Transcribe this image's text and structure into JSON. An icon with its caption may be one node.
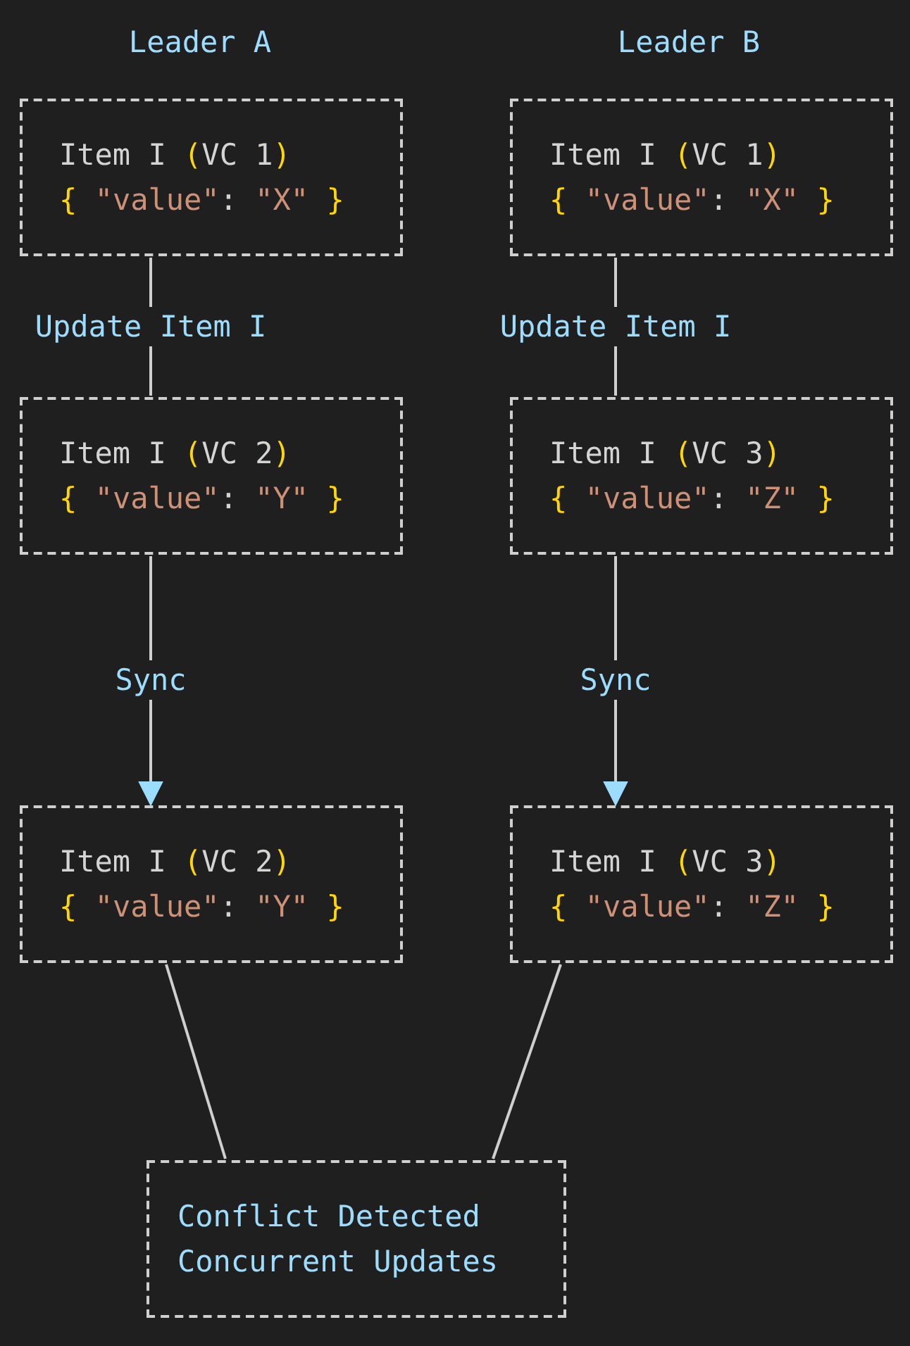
{
  "diagram": {
    "nodes": [
      {
        "text": [
          "Item I (VC 1)",
          "{ \"value\": \"X\" }"
        ]
      },
      {
        "text": [
          "Item I (VC 1)",
          "{ \"value\": \"X\" }"
        ]
      },
      {
        "text": [
          "Item I (VC 2)",
          "{ \"value\": \"Y\" }"
        ]
      },
      {
        "text": [
          "Item I (VC 3)",
          "{ \"value\": \"Z\" }"
        ]
      },
      {
        "text": [
          "Item I (VC 2)",
          "{ \"value\": \"Y\" }"
        ]
      },
      {
        "text": [
          "Item I (VC 3)",
          "{ \"value\": \"Z\" }"
        ]
      },
      {
        "text": [
          "Conflict Detected",
          "Concurrent Updates"
        ]
      }
    ],
    "edges": [
      {
        "from": 0,
        "to": 2,
        "arrow": "none",
        "label": "Update Item I"
      },
      {
        "from": 1,
        "to": 3,
        "arrow": "none",
        "label": "Update Item I"
      },
      {
        "from": 2,
        "to": 4,
        "arrow": "to",
        "label": "Sync"
      },
      {
        "from": 3,
        "to": 5,
        "arrow": "to",
        "label": "Sync"
      },
      {
        "from": 4,
        "to": 6,
        "arrow": "none"
      },
      {
        "from": 5,
        "to": 6,
        "arrow": "none"
      }
    ],
    "labels": [
      "Leader A",
      "Leader B"
    ]
  }
}
